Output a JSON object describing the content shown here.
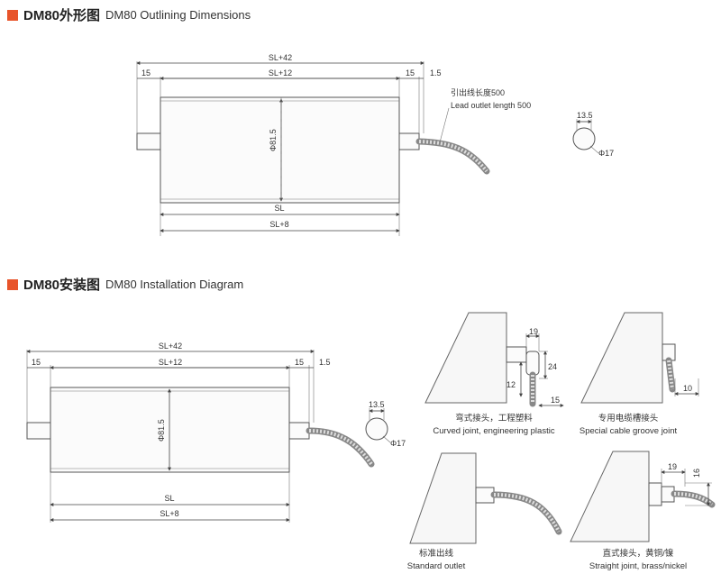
{
  "outline": {
    "title_bold": "DM80外形图",
    "title_sub": "DM80 Outlining Dimensions",
    "dims": {
      "sl42": "SL+42",
      "sl12": "SL+12",
      "d15a": "15",
      "d15b": "15",
      "d15c": "1.5",
      "dia": "Φ81.5",
      "sl": "SL",
      "sl8": "SL+8",
      "lead_cn": "引出线长度500",
      "lead_en": "Lead outlet length 500",
      "w135": "13.5",
      "phi17": "Φ17"
    }
  },
  "install": {
    "title_bold": "DM80安装图",
    "title_sub": "DM80 Installation Diagram",
    "dims": {
      "sl42": "SL+42",
      "sl12": "SL+12",
      "d15a": "15",
      "d15b": "15",
      "d15c": "1.5",
      "dia": "Φ81.5",
      "sl": "SL",
      "sl8": "SL+8",
      "w135": "13.5",
      "phi17": "Φ17"
    },
    "joints": {
      "curved": {
        "cn": "弯式接头，工程塑料",
        "en": "Curved joint, engineering plastic",
        "d19": "19",
        "d24": "24",
        "d12": "12",
        "d15": "15"
      },
      "groove": {
        "cn": "专用电缆槽接头",
        "en": "Special cable groove joint",
        "d10": "10"
      },
      "standard": {
        "cn": "标准出线",
        "en": "Standard outlet"
      },
      "straight": {
        "cn": "直式接头，黄铜/镍",
        "en": "Straight joint, brass/nickel",
        "d19": "19",
        "d16": "16"
      }
    }
  }
}
